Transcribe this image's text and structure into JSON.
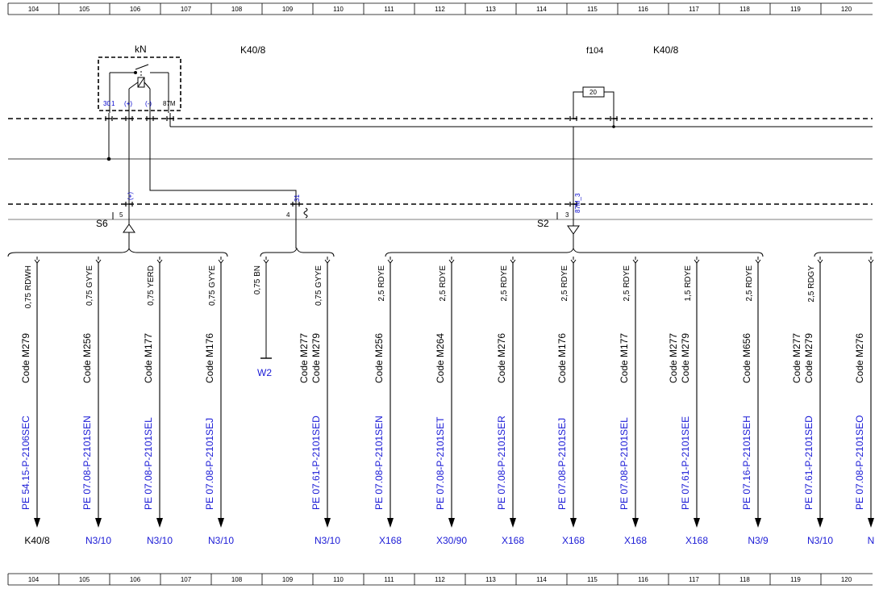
{
  "ruler": [
    "104",
    "105",
    "106",
    "107",
    "108",
    "109",
    "110",
    "111",
    "112",
    "113",
    "114",
    "115",
    "116",
    "117",
    "118",
    "119",
    "120"
  ],
  "components": {
    "relay_label": "kN",
    "k40_left": "K40/8",
    "fuse_label": "f104",
    "k40_right": "K40/8",
    "fuse_rating": "20",
    "s6": "S6",
    "s2": "S2",
    "w2": "W2"
  },
  "pins": {
    "p30": "30",
    "p30_sub": "1",
    "plus": "(+)",
    "minus": "(-)",
    "p87m": "87M",
    "s6_pin_top": "(+)",
    "s6_pin": "5",
    "p31_top": "31",
    "p4": "4",
    "s2_pin_top": "87M_3",
    "s2_pin": "3"
  },
  "branches": [
    {
      "wire": "0,75 RDWH",
      "code": [
        "Code M279"
      ],
      "pe": "PE 54.15-P-2106SEC",
      "target": "K40/8",
      "target_color": "#000000"
    },
    {
      "wire": "0,75 GYYE",
      "code": [
        "Code M256"
      ],
      "pe": "PE 07.08-P-2101SEN",
      "target": "N3/10",
      "target_color": "#1a1ad6"
    },
    {
      "wire": "0,75 YERD",
      "code": [
        "Code M177"
      ],
      "pe": "PE 07.08-P-2101SEL",
      "target": "N3/10",
      "target_color": "#1a1ad6"
    },
    {
      "wire": "0,75 GYYE",
      "code": [
        "Code M176"
      ],
      "pe": "PE 07.08-P-2101SEJ",
      "target": "N3/10",
      "target_color": "#1a1ad6"
    },
    {
      "wire": "0,75 BN",
      "code": [],
      "pe": "",
      "target": "",
      "target_color": "#1a1ad6"
    },
    {
      "wire": "0,75 GYYE",
      "code": [
        "Code M277",
        "Code M279"
      ],
      "pe": "PE 07.61-P-2101SED",
      "target": "N3/10",
      "target_color": "#1a1ad6"
    },
    {
      "wire": "2,5 RDYE",
      "code": [
        "Code M256"
      ],
      "pe": "PE 07.08-P-2101SEN",
      "target": "X168",
      "target_color": "#1a1ad6"
    },
    {
      "wire": "2,5 RDYE",
      "code": [
        "Code M264"
      ],
      "pe": "PE 07.08-P-2101SET",
      "target": "X30/90",
      "target_color": "#1a1ad6"
    },
    {
      "wire": "2,5 RDYE",
      "code": [
        "Code M276"
      ],
      "pe": "PE 07.08-P-2101SER",
      "target": "X168",
      "target_color": "#1a1ad6"
    },
    {
      "wire": "2,5 RDYE",
      "code": [
        "Code M176"
      ],
      "pe": "PE 07.08-P-2101SEJ",
      "target": "X168",
      "target_color": "#1a1ad6"
    },
    {
      "wire": "2,5 RDYE",
      "code": [
        "Code M177"
      ],
      "pe": "PE 07.08-P-2101SEL",
      "target": "X168",
      "target_color": "#1a1ad6"
    },
    {
      "wire": "1,5 RDYE",
      "code": [
        "Code M277",
        "Code M279"
      ],
      "pe": "PE 07.61-P-2101SEE",
      "target": "X168",
      "target_color": "#1a1ad6"
    },
    {
      "wire": "2,5 RDYE",
      "code": [
        "Code M656"
      ],
      "pe": "PE 07.16-P-2101SEH",
      "target": "N3/9",
      "target_color": "#1a1ad6"
    },
    {
      "wire": "2,5 RDGY",
      "code": [
        "Code M277",
        "Code M279"
      ],
      "pe": "PE 07.61-P-2101SED",
      "target": "N3/10",
      "target_color": "#1a1ad6"
    },
    {
      "wire": "",
      "code": [
        "Code M276"
      ],
      "pe": "PE 07.08-P-2101SEO",
      "target": "N",
      "target_color": "#1a1ad6"
    }
  ]
}
